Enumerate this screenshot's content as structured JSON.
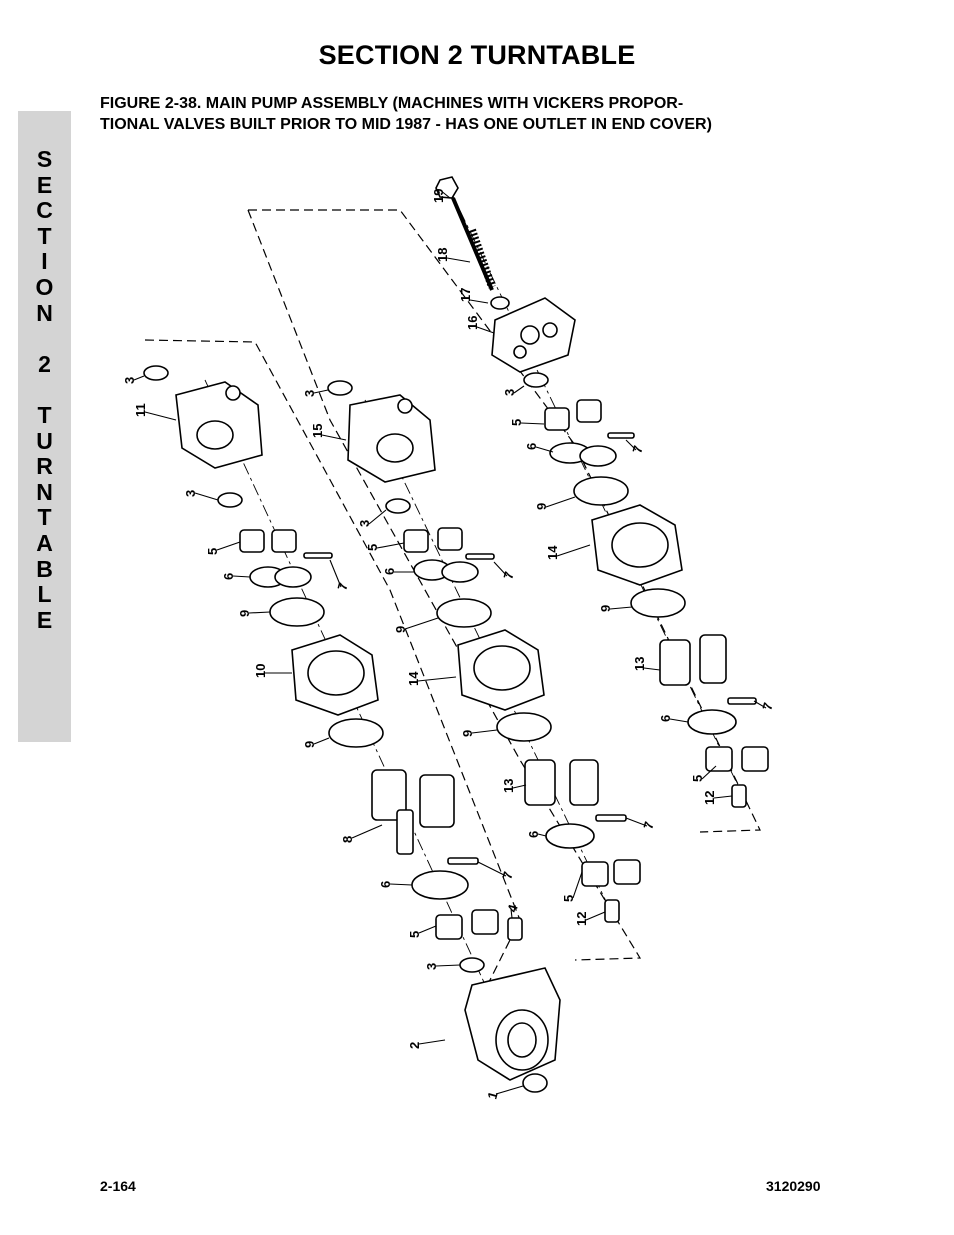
{
  "header": {
    "section_title": "SECTION 2  TURNTABLE"
  },
  "figure": {
    "caption_line1": "FIGURE 2-38.  MAIN PUMP ASSEMBLY (MACHINES WITH VICKERS PROPOR-",
    "caption_line2": "TIONAL VALVES BUILT PRIOR TO MID 1987 - HAS ONE OUTLET IN END COVER)"
  },
  "side_tab": {
    "letters": [
      "S",
      "E",
      "C",
      "T",
      "I",
      "O",
      "N",
      "",
      "2",
      "",
      "T",
      "U",
      "R",
      "N",
      "T",
      "A",
      "B",
      "L",
      "E"
    ]
  },
  "callouts": [
    "19",
    "18",
    "17",
    "16",
    "3",
    "5",
    "6",
    "7",
    "9",
    "14",
    "9",
    "13",
    "6",
    "7",
    "5",
    "12",
    "3",
    "15",
    "3",
    "5",
    "6",
    "7",
    "9",
    "14",
    "9",
    "13",
    "6",
    "7",
    "5",
    "12",
    "3",
    "11",
    "3",
    "5",
    "6",
    "7",
    "9",
    "10",
    "9",
    "8",
    "6",
    "7",
    "5",
    "4",
    "3",
    "2",
    "1"
  ],
  "footer": {
    "page_number": "2-164",
    "doc_number": "3120290"
  },
  "colors": {
    "side_tab": "#d4d4d4",
    "ink": "#000000"
  }
}
